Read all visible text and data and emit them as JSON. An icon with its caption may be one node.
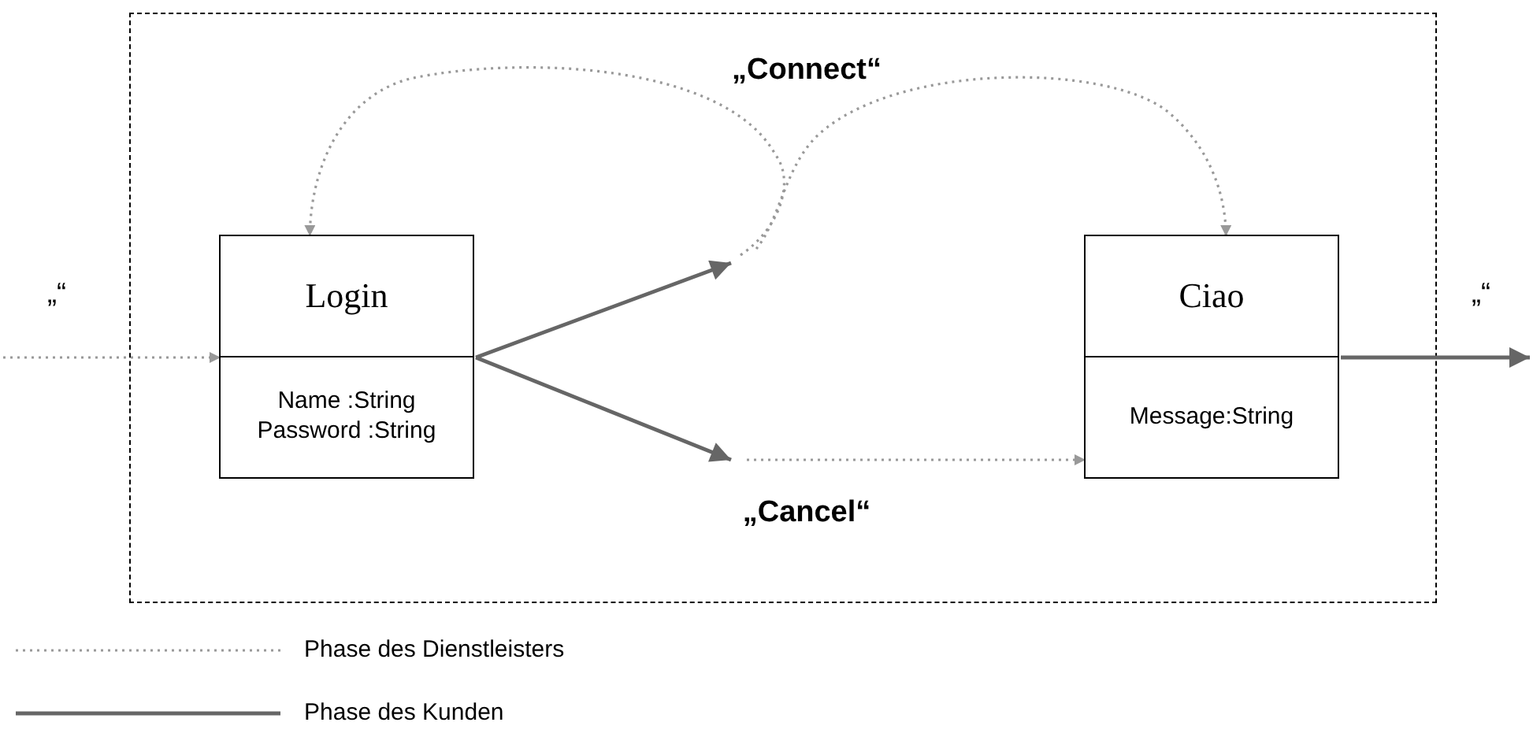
{
  "diagram": {
    "nodes": [
      {
        "text": [],
        "shape": "box"
      },
      {
        "text": [
          "Login",
          "Name :String Password :String"
        ],
        "in": 0
      },
      {
        "text": [
          "Ciao",
          "Message:String"
        ],
        "in": 0
      }
    ],
    "edges": [
      {
        "from": null,
        "to": 1,
        "arrow": "to",
        "style": "dashed",
        "color": "#999999"
      },
      {
        "from": 1,
        "to": null,
        "arrow": "to"
      },
      {
        "from": 1,
        "to": null,
        "arrow": "to"
      },
      {
        "from": null,
        "to": 2,
        "arrow": "to",
        "style": "dashed",
        "color": "#999999"
      },
      {
        "from": null,
        "to": 1,
        "arrow": "to",
        "style": "dashed",
        "color": "#999999"
      },
      {
        "from": null,
        "to": 2,
        "arrow": "to",
        "style": "dashed",
        "color": "#999999"
      },
      {
        "from": 2,
        "to": null,
        "arrow": "to"
      }
    ],
    "labels": [
      "„“",
      "„Connect“",
      "„Cancel“",
      "„“"
    ],
    "legend": [
      {
        "text": "Phase des Dienstleisters"
      },
      {
        "text": "Phase des Kunden"
      }
    ]
  }
}
